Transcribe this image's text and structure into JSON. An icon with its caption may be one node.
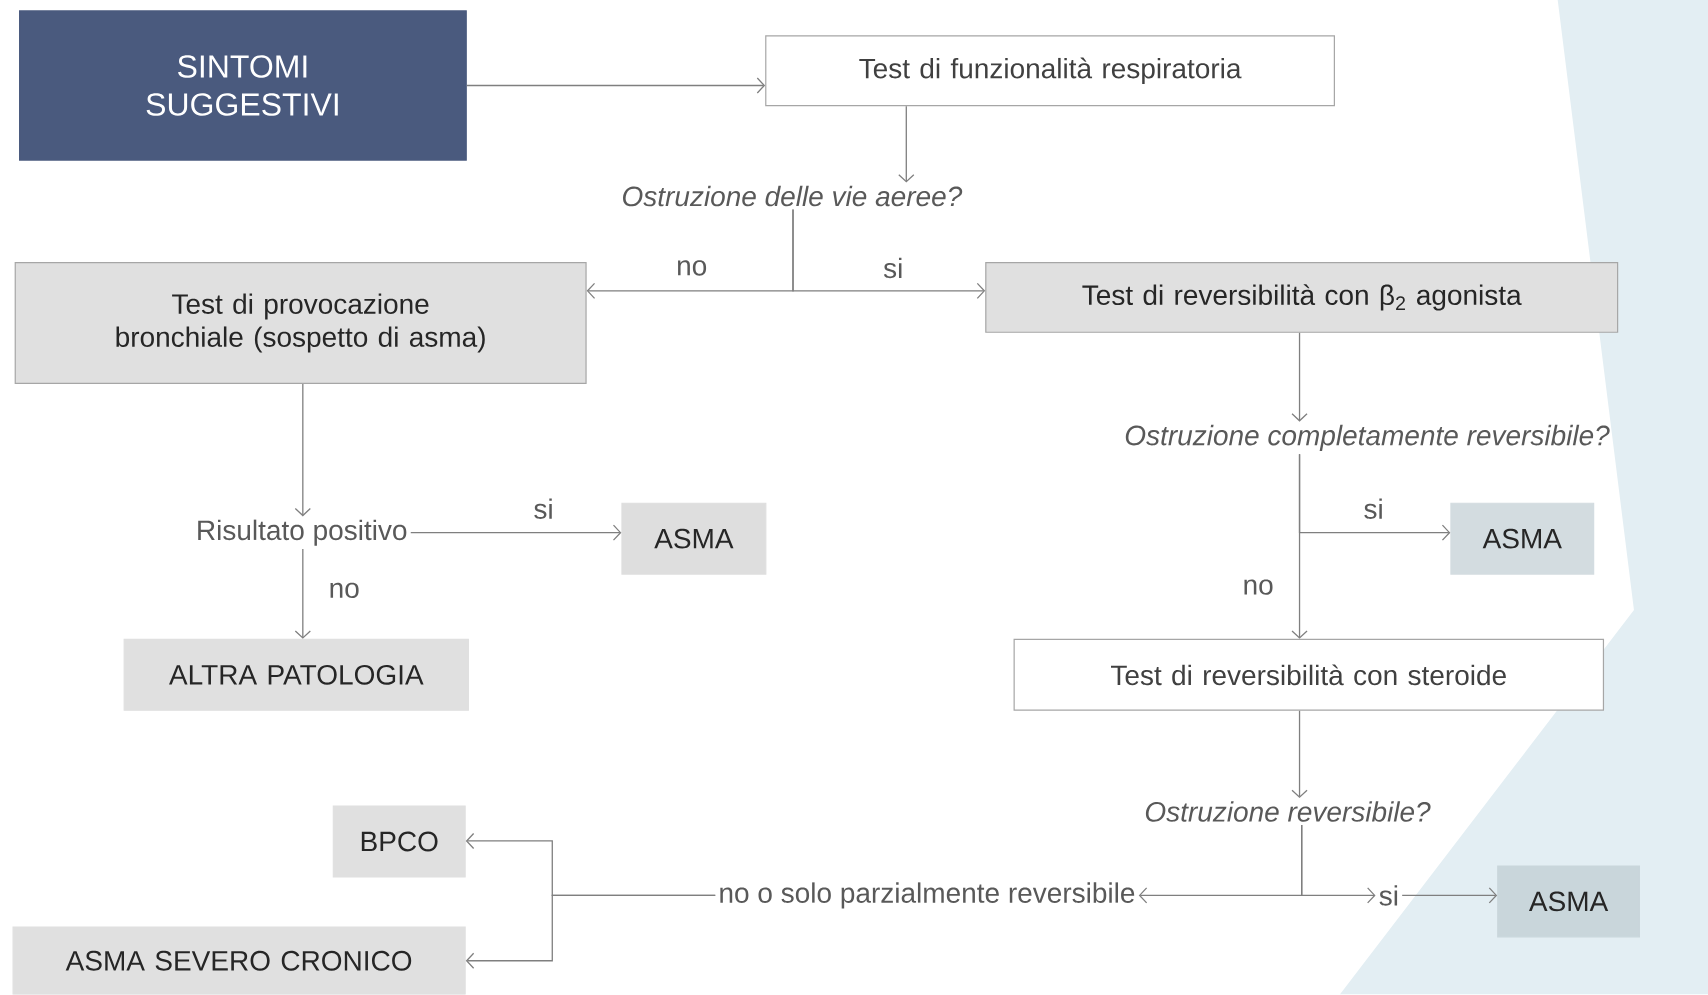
{
  "diagram": {
    "nodes": [
      {
        "text": [
          "SINTOMI SUGGESTIVI"
        ]
      },
      {
        "text": [
          "Test di funzionalità respiratoria"
        ]
      },
      {
        "text": [
          "Ostruzione delle vie aeree?"
        ]
      },
      {
        "text": [
          "Test di provocazione bronchiale (sospetto di asma)"
        ]
      },
      {
        "text": [
          "Test di reversibilità con β$_{2}$ agonista"
        ]
      },
      {
        "text": [
          "Ostruzione completamente reversibile?"
        ]
      },
      {
        "text": [
          "Risultato positivo"
        ]
      },
      {
        "text": [
          "ASMA"
        ]
      },
      {
        "text": [
          "ASMA"
        ]
      },
      {
        "text": [
          "ALTRA PATOLOGIA"
        ]
      },
      {
        "text": [
          "Test di reversibilità con steroide"
        ]
      },
      {
        "text": [
          "Ostruzione reversibile?"
        ]
      },
      {
        "text": [
          "BPCO"
        ]
      },
      {
        "text": [
          "ASMA SEVERO CRONICO"
        ]
      },
      {
        "text": [
          "no o solo parzialmente reversibile"
        ]
      },
      {
        "text": [
          "si"
        ]
      },
      {
        "text": [
          "ASMA"
        ]
      }
    ],
    "edges": [
      {
        "from": 0,
        "to": 1,
        "arrow": "to"
      },
      {
        "from": 1,
        "to": 2,
        "arrow": "to"
      },
      {
        "from": 2,
        "to": 3,
        "arrow": "to",
        "label": "no"
      },
      {
        "from": 2,
        "to": 4,
        "arrow": "to",
        "label": "si"
      },
      {
        "from": 4,
        "to": 5,
        "arrow": "to"
      },
      {
        "from": 3,
        "to": 6,
        "arrow": "to"
      },
      {
        "from": 6,
        "to": 7,
        "arrow": "to",
        "label": "si"
      },
      {
        "from": 6,
        "to": 9,
        "arrow": "to",
        "label": "no"
      },
      {
        "from": 5,
        "to": 8,
        "arrow": "to",
        "label": "si"
      },
      {
        "from": 5,
        "to": 10,
        "arrow": "to",
        "label": "no"
      },
      {
        "from": 10,
        "to": 11,
        "arrow": "to"
      },
      {
        "from": 11,
        "to": 14,
        "arrow": "to"
      },
      {
        "from": 11,
        "to": 15,
        "arrow": "to"
      },
      {
        "from": 15,
        "to": 16,
        "arrow": "to"
      },
      {
        "from": 14,
        "to": 12,
        "arrow": "to"
      },
      {
        "from": 14,
        "to": 13,
        "arrow": "to"
      }
    ]
  }
}
